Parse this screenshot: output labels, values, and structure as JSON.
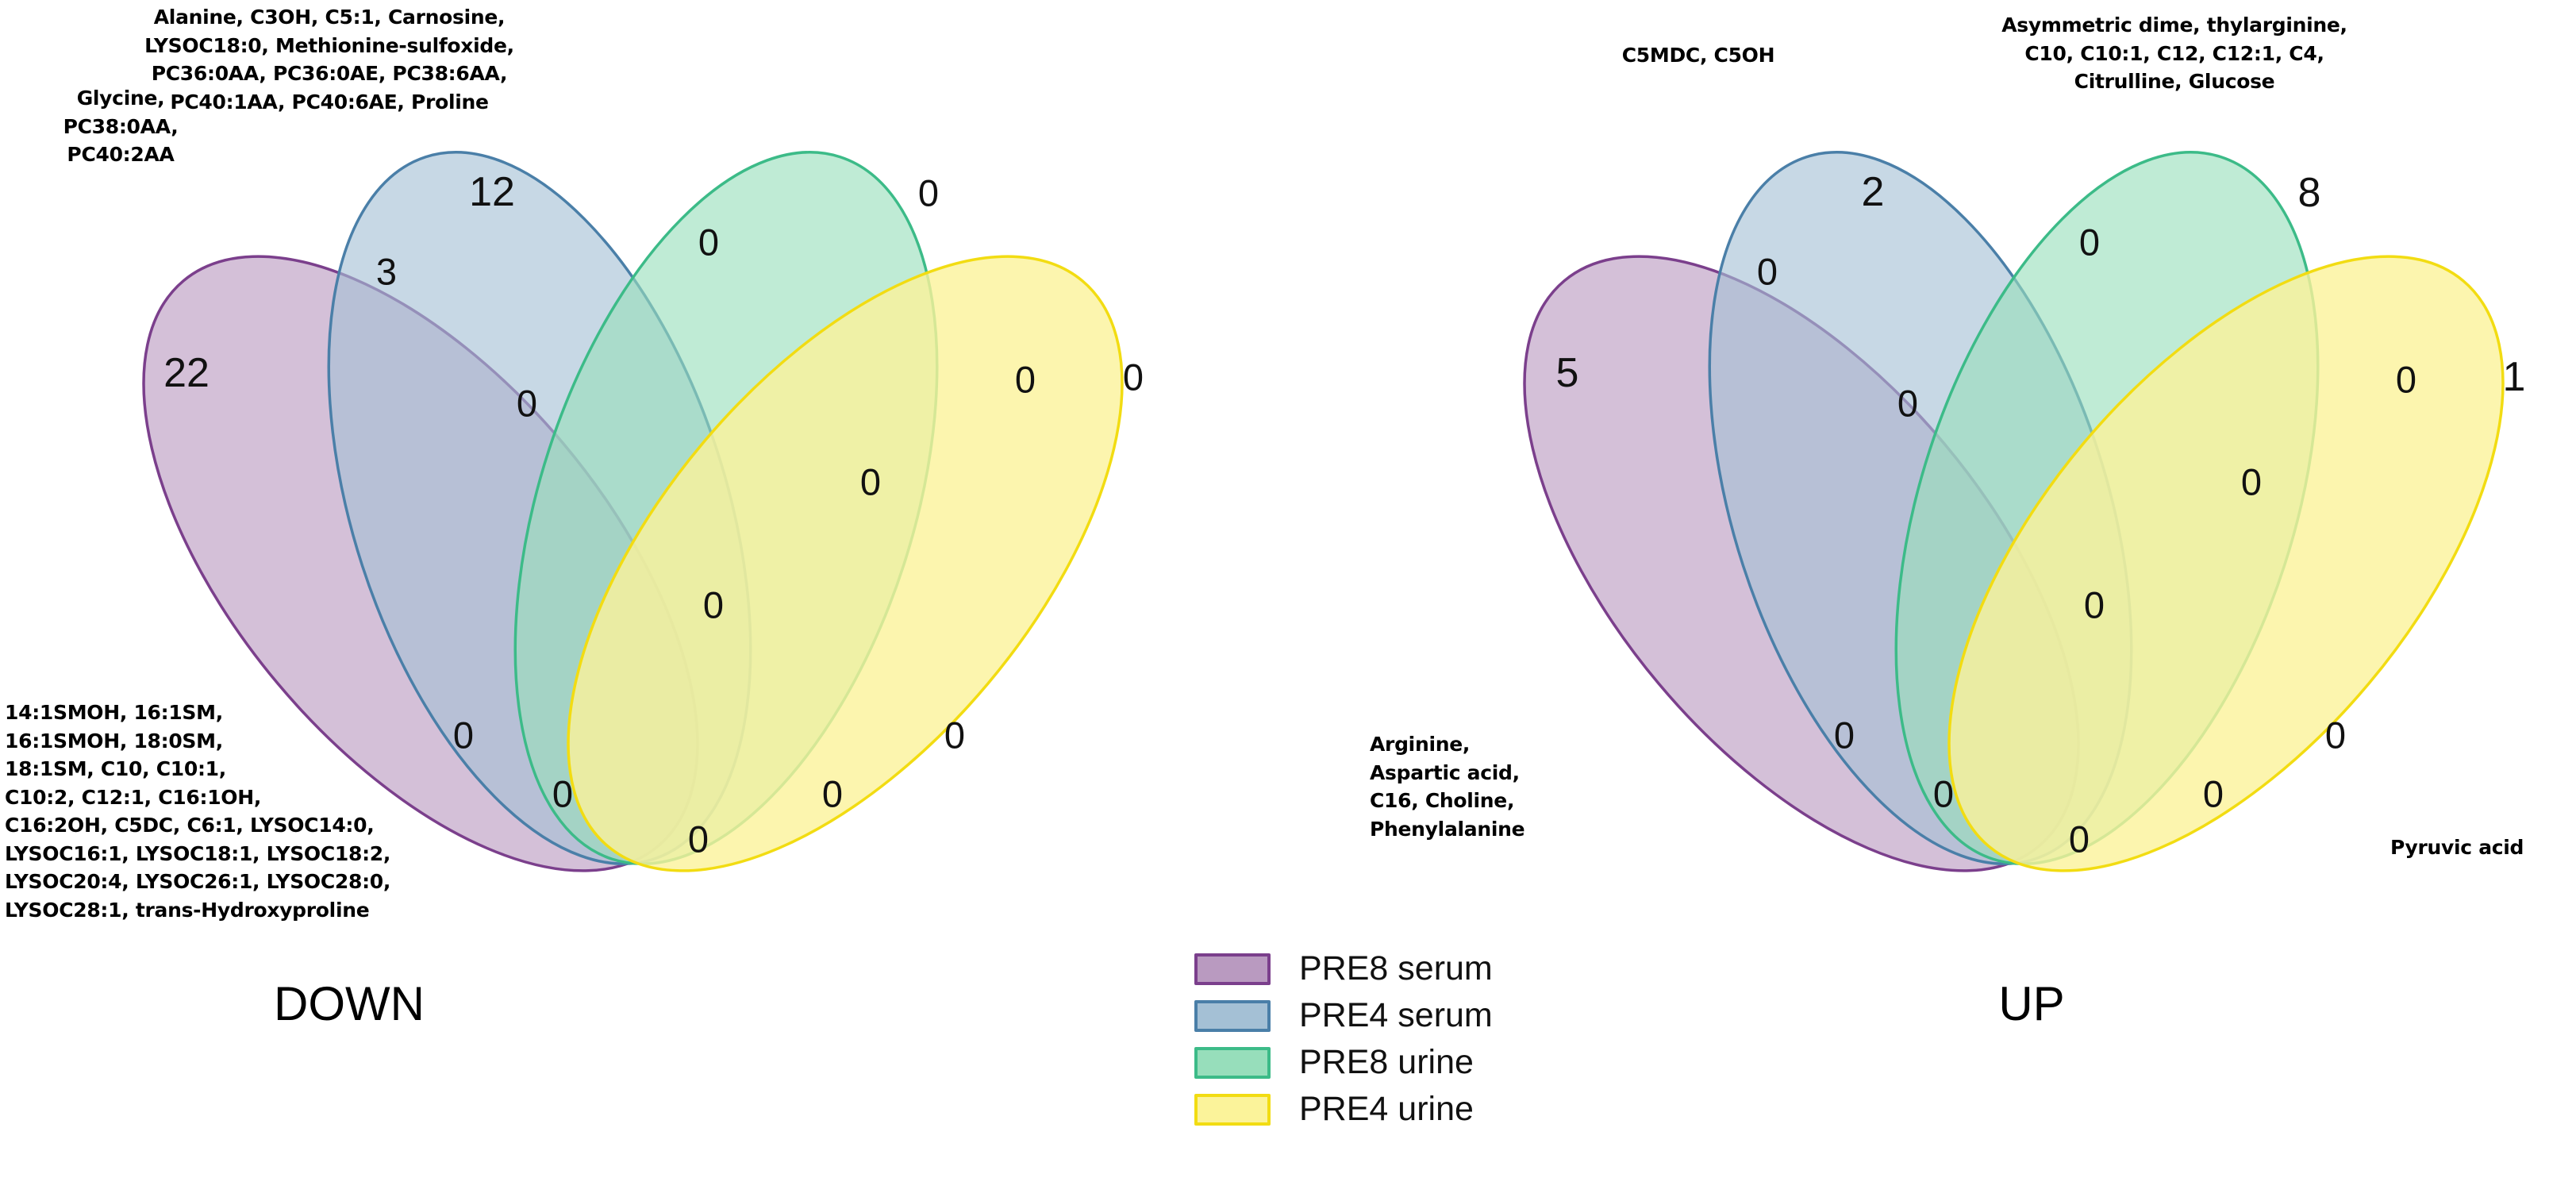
{
  "figure": {
    "type": "venn-4set-pair",
    "background": "#ffffff"
  },
  "legend": {
    "items": [
      {
        "label": "PRE8 serum",
        "fill": "#b99ac0",
        "stroke": "#7b3f8c",
        "key": "pre8_serum"
      },
      {
        "label": "PRE4 serum",
        "fill": "#a4c0d5",
        "stroke": "#4a7fa8",
        "key": "pre4_serum"
      },
      {
        "label": "PRE8 urine",
        "fill": "#97debb",
        "stroke": "#3cbb88",
        "key": "pre8_urine"
      },
      {
        "label": "PRE4 urine",
        "fill": "#fbf39a",
        "stroke": "#f2dc12",
        "key": "pre4_urine"
      }
    ]
  },
  "panels": [
    {
      "id": "down",
      "title": "DOWN",
      "annotations": [
        {
          "id": "down-top-blue",
          "align": "center",
          "text": "Alanine, C3OH, C5:1, Carnosine,\nLYSOC18:0, Methionine-sulfoxide,\nPC36:0AA, PC36:0AE, PC38:6AA,\nPC40:1AA, PC40:6AE, Proline"
        },
        {
          "id": "down-left-purple",
          "align": "center",
          "text": "Glycine,\nPC38:0AA,\nPC40:2AA"
        },
        {
          "id": "down-bottomleft-purple",
          "align": "left",
          "text": "14:1SMOH, 16:1SM,\n16:1SMOH, 18:0SM,\n18:1SM, C10, C10:1,\nC10:2, C12:1, C16:1OH,\nC16:2OH, C5DC, C6:1, LYSOC14:0,\nLYSOC16:1, LYSOC18:1, LYSOC18:2,\nLYSOC20:4, LYSOC26:1, LYSOC28:0,\nLYSOC28:1, trans-Hydroxyproline"
        }
      ],
      "counts": {
        "purple_only": "22",
        "blue_only": "12",
        "green_only": "0",
        "yellow_only": "0",
        "purple_blue": "3",
        "blue_green": "0",
        "green_yellow": "0",
        "purple_yellow": "0",
        "purple_blue_green": "0",
        "blue_green_yellow": "0",
        "purple_blue_yellow": "0",
        "purple_green_yellow": "0",
        "purple_green": "0",
        "blue_yellow": "0",
        "all_four": "0"
      }
    },
    {
      "id": "up",
      "title": "UP",
      "annotations": [
        {
          "id": "up-top-blue",
          "align": "center",
          "text": "C5MDC, C5OH"
        },
        {
          "id": "up-top-green",
          "align": "center",
          "text": "Asymmetric dime, thylarginine,\nC10, C10:1, C12, C12:1, C4,\nCitrulline, Glucose"
        },
        {
          "id": "up-left-purple",
          "align": "left",
          "text": "Arginine,\nAspartic acid,\nC16, Choline,\nPhenylalanine"
        },
        {
          "id": "up-right-yellow",
          "align": "left",
          "text": "Pyruvic acid"
        }
      ],
      "counts": {
        "purple_only": "5",
        "blue_only": "2",
        "green_only": "8",
        "yellow_only": "1",
        "purple_blue": "0",
        "blue_green": "0",
        "green_yellow": "0",
        "purple_yellow": "0",
        "purple_blue_green": "0",
        "blue_green_yellow": "0",
        "purple_blue_yellow": "0",
        "purple_green_yellow": "0",
        "purple_green": "0",
        "blue_yellow": "0",
        "all_four": "0"
      }
    }
  ],
  "chart_data": {
    "type": "venn",
    "title": "",
    "sets": [
      "PRE8 serum",
      "PRE4 serum",
      "PRE8 urine",
      "PRE4 urine"
    ],
    "set_colors": [
      "#b99ac0",
      "#a4c0d5",
      "#97debb",
      "#fbf39a"
    ],
    "diagrams": [
      {
        "name": "DOWN",
        "regions": {
          "PRE8 serum": 22,
          "PRE4 serum": 12,
          "PRE8 urine": 0,
          "PRE4 urine": 0,
          "PRE8 serum∩PRE4 serum": 3,
          "PRE8 serum∩PRE8 urine": 0,
          "PRE8 serum∩PRE4 urine": 0,
          "PRE4 serum∩PRE8 urine": 0,
          "PRE4 serum∩PRE4 urine": 0,
          "PRE8 urine∩PRE4 urine": 0,
          "PRE8 serum∩PRE4 serum∩PRE8 urine": 0,
          "PRE8 serum∩PRE4 serum∩PRE4 urine": 0,
          "PRE8 serum∩PRE8 urine∩PRE4 urine": 0,
          "PRE4 serum∩PRE8 urine∩PRE4 urine": 0,
          "all four": 0
        },
        "members": {
          "PRE8 serum only": [
            "14:1SMOH",
            "16:1SM",
            "16:1SMOH",
            "18:0SM",
            "18:1SM",
            "C10",
            "C10:1",
            "C10:2",
            "C12:1",
            "C16:1OH",
            "C16:2OH",
            "C5DC",
            "C6:1",
            "LYSOC14:0",
            "LYSOC16:1",
            "LYSOC18:1",
            "LYSOC18:2",
            "LYSOC20:4",
            "LYSOC26:1",
            "LYSOC28:0",
            "LYSOC28:1",
            "trans-Hydroxyproline"
          ],
          "PRE4 serum only": [
            "Alanine",
            "C3OH",
            "C5:1",
            "Carnosine",
            "LYSOC18:0",
            "Methionine-sulfoxide",
            "PC36:0AA",
            "PC36:0AE",
            "PC38:6AA",
            "PC40:1AA",
            "PC40:6AE",
            "Proline"
          ],
          "PRE8 serum∩PRE4 serum": [
            "Glycine",
            "PC38:0AA",
            "PC40:2AA"
          ]
        }
      },
      {
        "name": "UP",
        "regions": {
          "PRE8 serum": 5,
          "PRE4 serum": 2,
          "PRE8 urine": 8,
          "PRE4 urine": 1,
          "PRE8 serum∩PRE4 serum": 0,
          "PRE8 serum∩PRE8 urine": 0,
          "PRE8 serum∩PRE4 urine": 0,
          "PRE4 serum∩PRE8 urine": 0,
          "PRE4 serum∩PRE4 urine": 0,
          "PRE8 urine∩PRE4 urine": 0,
          "PRE8 serum∩PRE4 serum∩PRE8 urine": 0,
          "PRE8 serum∩PRE4 serum∩PRE4 urine": 0,
          "PRE8 serum∩PRE8 urine∩PRE4 urine": 0,
          "PRE4 serum∩PRE8 urine∩PRE4 urine": 0,
          "all four": 0
        },
        "members": {
          "PRE8 serum only": [
            "Arginine",
            "Aspartic acid",
            "C16",
            "Choline",
            "Phenylalanine"
          ],
          "PRE4 serum only": [
            "C5MDC",
            "C5OH"
          ],
          "PRE8 urine only": [
            "Asymmetric dime",
            "thylarginine",
            "C10",
            "C10:1",
            "C12",
            "C12:1",
            "C4",
            "Citrulline",
            "Glucose"
          ],
          "PRE4 urine only": [
            "Pyruvic acid"
          ]
        }
      }
    ]
  }
}
